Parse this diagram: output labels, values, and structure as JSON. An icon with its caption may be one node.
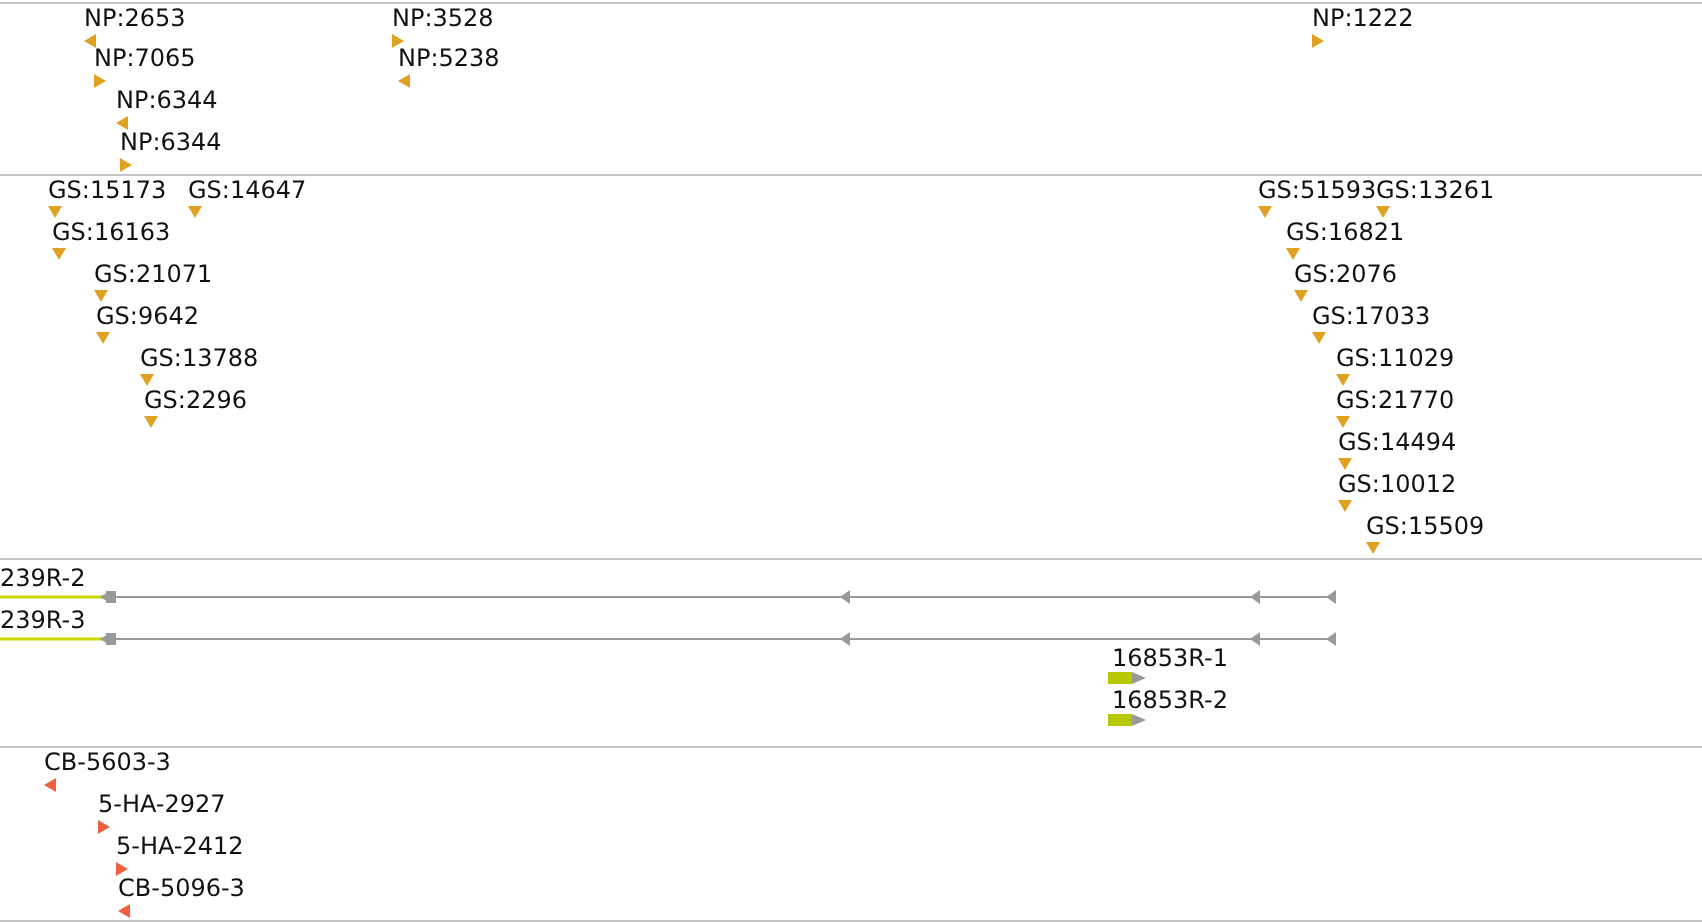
{
  "diagram": {
    "labels": [
      "NP:2653",
      "NP:3528",
      "NP:1222",
      "NP:7065",
      "NP:5238",
      "NP:6344",
      "NP:6344",
      "GS:15173",
      "GS:14647",
      "GS:51593",
      "GS:13261",
      "GS:16163",
      "GS:16821",
      "GS:21071",
      "GS:2076",
      "GS:9642",
      "GS:17033",
      "GS:13788",
      "GS:11029",
      "GS:2296",
      "GS:21770",
      "GS:14494",
      "GS:10012",
      "GS:15509",
      "239R-2",
      "239R-3",
      "16853R-1",
      "16853R-2",
      "CB-5603-3",
      "5-HA-2927",
      "5-HA-2412",
      "CB-5096-3"
    ]
  }
}
